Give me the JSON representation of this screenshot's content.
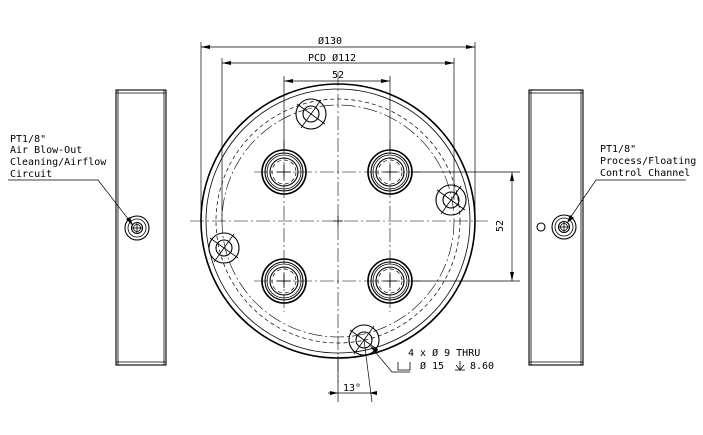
{
  "dimensions": {
    "outer_diameter": "Ø130",
    "pcd": "PCD Ø112",
    "spacing_horizontal": "52",
    "spacing_vertical": "52",
    "angle": "13°"
  },
  "hole_note": {
    "line1": "4 x Ø 9 THRU",
    "line2": "Ø 15",
    "line2_depth": "8.60"
  },
  "left_port": {
    "lines": [
      "PT1/8\"",
      "Air Blow-Out",
      "Cleaning/Airflow",
      "Circuit"
    ]
  },
  "right_port": {
    "lines": [
      "PT1/8\"",
      "Process/Floating",
      "Control Channel"
    ]
  }
}
